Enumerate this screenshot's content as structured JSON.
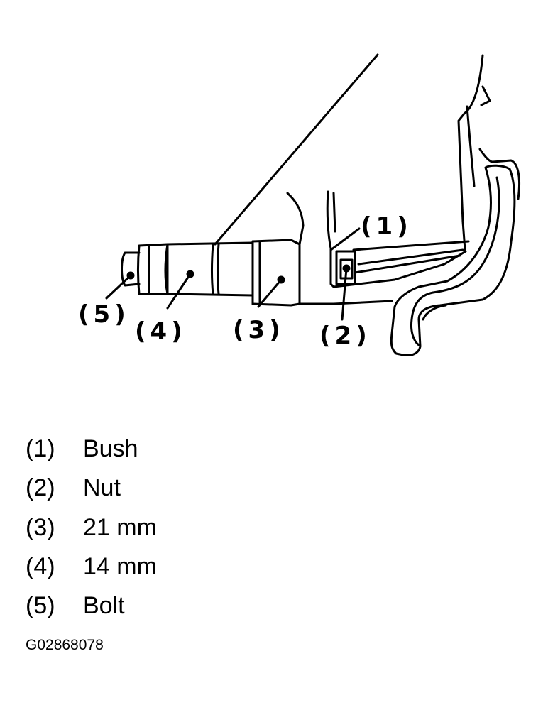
{
  "callouts": {
    "c1": "(1)",
    "c2": "(2)",
    "c3": "(3)",
    "c4": "(4)",
    "c5": "(5)"
  },
  "legend": [
    {
      "num": "(1)",
      "text": "Bush"
    },
    {
      "num": "(2)",
      "text": "Nut"
    },
    {
      "num": "(3)",
      "text": "21 mm"
    },
    {
      "num": "(4)",
      "text": "14 mm"
    },
    {
      "num": "(5)",
      "text": "Bolt"
    }
  ],
  "figure_id": "G02868078"
}
